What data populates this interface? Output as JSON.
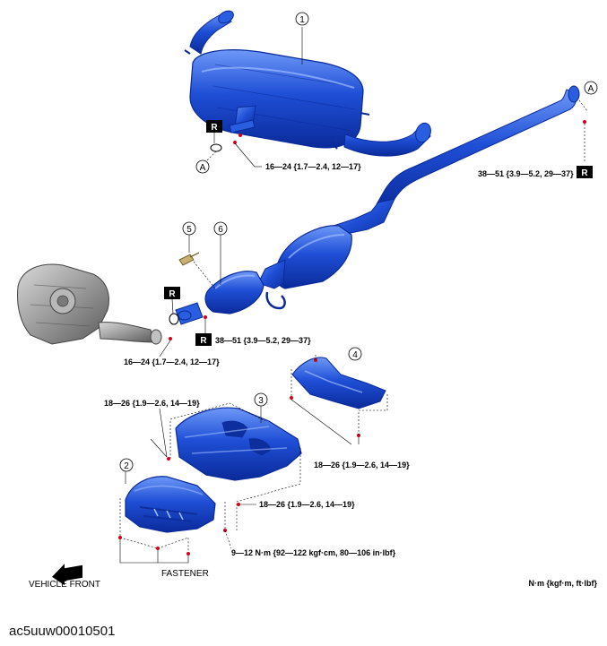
{
  "colors": {
    "part_blue": "#1f4fd6",
    "part_dark": "#0a2a9a",
    "part_light": "#5f8cf5",
    "bolt_red": "#d0021b",
    "engine_gray": "#9a9a9a"
  },
  "callouts": {
    "c1": "1",
    "c2": "2",
    "c3": "3",
    "c4": "4",
    "c5": "5",
    "c6": "6",
    "cA1": "A",
    "cA2": "A"
  },
  "markers": {
    "r": "R"
  },
  "torques": {
    "muffler_flange": "16—24 {1.7—2.4, 12—17}",
    "rear_pipe": "38—51 {3.9—5.2, 29—37}",
    "cat_flange": "38—51 {3.9—5.2, 29—37}",
    "manifold_flange": "16—24 {1.7—2.4, 12—17}",
    "cover3_left": "18—26 {1.9—2.6, 14—19}",
    "cover4": "18—26 {1.9—2.6, 14—19}",
    "cover3_bottom": "18—26 {1.9—2.6, 14—19}",
    "cover2": "9—12 N·m {92—122 kgf·cm, 80—106 in·lbf}"
  },
  "labels": {
    "fastener": "FASTENER",
    "vehicle_front": "VEHICLE FRONT",
    "units": "N·m {kgf·m, ft·lbf}"
  },
  "icons": {
    "vehicle_front": "arrow-left-icon"
  },
  "caption": "ac5uuw00010501"
}
